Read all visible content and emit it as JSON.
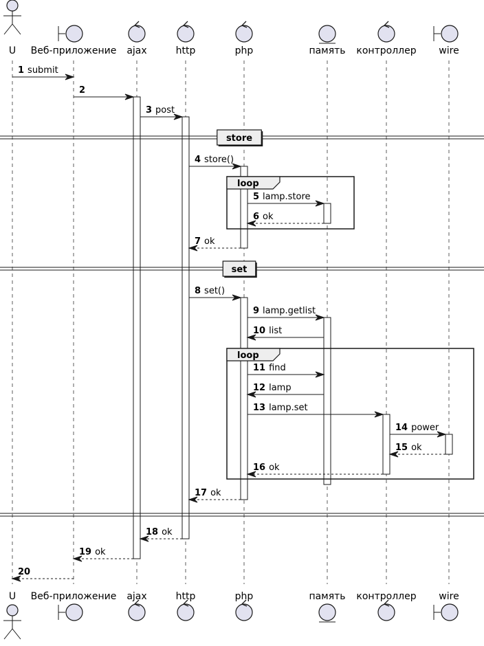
{
  "participants": [
    {
      "id": "U",
      "label": "U",
      "shape": "actor"
    },
    {
      "id": "web",
      "label": "Веб-приложение",
      "shape": "boundary"
    },
    {
      "id": "ajax",
      "label": "ajax",
      "shape": "control"
    },
    {
      "id": "http",
      "label": "http",
      "shape": "control"
    },
    {
      "id": "php",
      "label": "php",
      "shape": "control"
    },
    {
      "id": "mem",
      "label": "память",
      "shape": "entity"
    },
    {
      "id": "ctrl",
      "label": "контроллер",
      "shape": "control"
    },
    {
      "id": "wire",
      "label": "wire",
      "shape": "boundary"
    }
  ],
  "messages": [
    {
      "num": "1",
      "text": "submit",
      "from": "U",
      "to": "web",
      "style": "solid"
    },
    {
      "num": "2",
      "text": "",
      "from": "web",
      "to": "ajax",
      "style": "solid"
    },
    {
      "num": "3",
      "text": "post",
      "from": "ajax",
      "to": "http",
      "style": "solid"
    },
    {
      "num": "4",
      "text": "store()",
      "from": "http",
      "to": "php",
      "style": "solid"
    },
    {
      "num": "5",
      "text": "lamp.store",
      "from": "php",
      "to": "mem",
      "style": "solid"
    },
    {
      "num": "6",
      "text": "ok",
      "from": "mem",
      "to": "php",
      "style": "dashed"
    },
    {
      "num": "7",
      "text": "ok",
      "from": "php",
      "to": "http",
      "style": "dashed"
    },
    {
      "num": "8",
      "text": "set()",
      "from": "http",
      "to": "php",
      "style": "solid"
    },
    {
      "num": "9",
      "text": "lamp.getlist",
      "from": "php",
      "to": "mem",
      "style": "solid"
    },
    {
      "num": "10",
      "text": "list",
      "from": "mem",
      "to": "php",
      "style": "solid"
    },
    {
      "num": "11",
      "text": "find",
      "from": "php",
      "to": "mem",
      "style": "solid"
    },
    {
      "num": "12",
      "text": "lamp",
      "from": "mem",
      "to": "php",
      "style": "solid"
    },
    {
      "num": "13",
      "text": "lamp.set",
      "from": "php",
      "to": "ctrl",
      "style": "solid"
    },
    {
      "num": "14",
      "text": "power",
      "from": "ctrl",
      "to": "wire",
      "style": "solid"
    },
    {
      "num": "15",
      "text": "ok",
      "from": "wire",
      "to": "ctrl",
      "style": "dashed"
    },
    {
      "num": "16",
      "text": "ok",
      "from": "ctrl",
      "to": "php",
      "style": "dashed"
    },
    {
      "num": "17",
      "text": "ok",
      "from": "php",
      "to": "http",
      "style": "dashed"
    },
    {
      "num": "18",
      "text": "ok",
      "from": "http",
      "to": "ajax",
      "style": "dashed"
    },
    {
      "num": "19",
      "text": "ok",
      "from": "ajax",
      "to": "web",
      "style": "dashed"
    },
    {
      "num": "20",
      "text": "",
      "from": "web",
      "to": "U",
      "style": "dashed"
    }
  ],
  "dividers": [
    {
      "label": "store"
    },
    {
      "label": "set"
    },
    {
      "label": ""
    }
  ],
  "groups": [
    {
      "label": "loop"
    },
    {
      "label": "loop"
    }
  ],
  "colors": {
    "participant_fill": "#E2E2F0",
    "stroke": "#181818",
    "divider_fill": "#EEEEEE"
  }
}
